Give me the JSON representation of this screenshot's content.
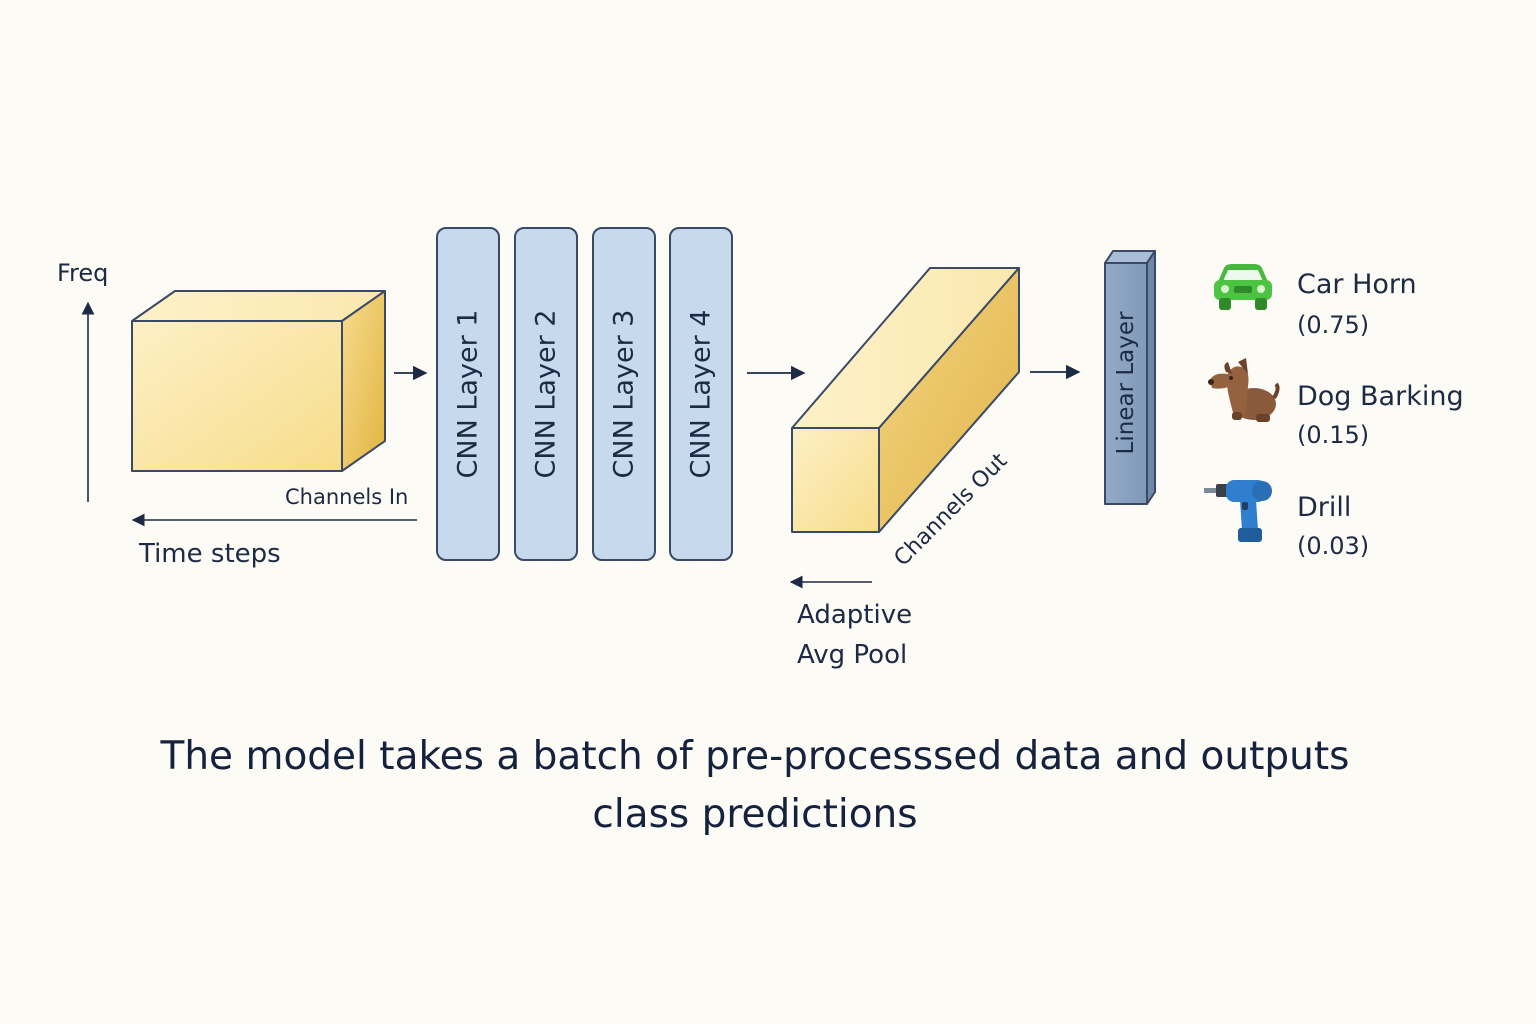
{
  "input": {
    "freq_label": "Freq",
    "time_label": "Time steps",
    "channels_in_label": "Channels In"
  },
  "cnn_layers": [
    {
      "label": "CNN Layer 1"
    },
    {
      "label": "CNN Layer 2"
    },
    {
      "label": "CNN Layer 3"
    },
    {
      "label": "CNN Layer 4"
    }
  ],
  "pool": {
    "channels_out_label": "Channels Out",
    "label_line1": "Adaptive",
    "label_line2": "Avg Pool"
  },
  "linear": {
    "label": "Linear Layer"
  },
  "predictions": [
    {
      "name": "Car Horn",
      "score": "(0.75)",
      "icon": "car-icon",
      "color": "#4cc441"
    },
    {
      "name": "Dog Barking",
      "score": "(0.15)",
      "icon": "dog-icon",
      "color": "#8a5a3c"
    },
    {
      "name": "Drill",
      "score": "(0.03)",
      "icon": "drill-icon",
      "color": "#2f7fce"
    }
  ],
  "caption": "The model takes a batch of pre-processsed data and outputs class predictions",
  "colors": {
    "background": "#fcfbf5",
    "tensor_yellow": "#f5d97e",
    "layer_blue": "#c7d9ec",
    "linear_blue": "#8aa3c1",
    "ink": "#1c2a44"
  }
}
